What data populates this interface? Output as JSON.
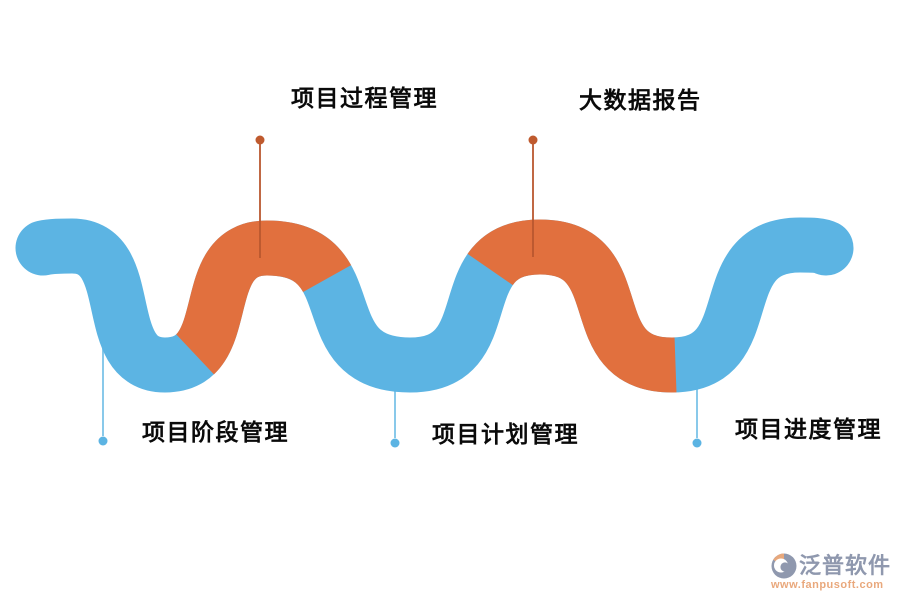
{
  "diagram_title": "",
  "colors": {
    "background": "#ffffff",
    "wave_blue": "#5cb4e3",
    "wave_orange": "#e1703e",
    "top_connector": "#b9572f",
    "top_dot": "#bf5a2e",
    "bottom_connector": "#7cc3e8",
    "bottom_dot": "#5cb4e3",
    "label_text": "#0a0a0a"
  },
  "wave": {
    "pattern": "alternating",
    "segment_colors": [
      "#5cb4e3",
      "#e1703e",
      "#5cb4e3",
      "#e1703e",
      "#5cb4e3"
    ]
  },
  "milestones": {
    "top": [
      {
        "label": "项目过程管理"
      },
      {
        "label": "大数据报告"
      }
    ],
    "bottom": [
      {
        "label": "项目阶段管理"
      },
      {
        "label": "项目计划管理"
      },
      {
        "label": "项目进度管理"
      }
    ]
  },
  "watermark": {
    "brand": "泛普软件",
    "url": "www.fanpusoft.com",
    "brand_color": "#8f98ae",
    "url_color": "#e9a87c",
    "icon_body_color": "#8f98ae",
    "icon_accent_color": "#e8a87c"
  }
}
